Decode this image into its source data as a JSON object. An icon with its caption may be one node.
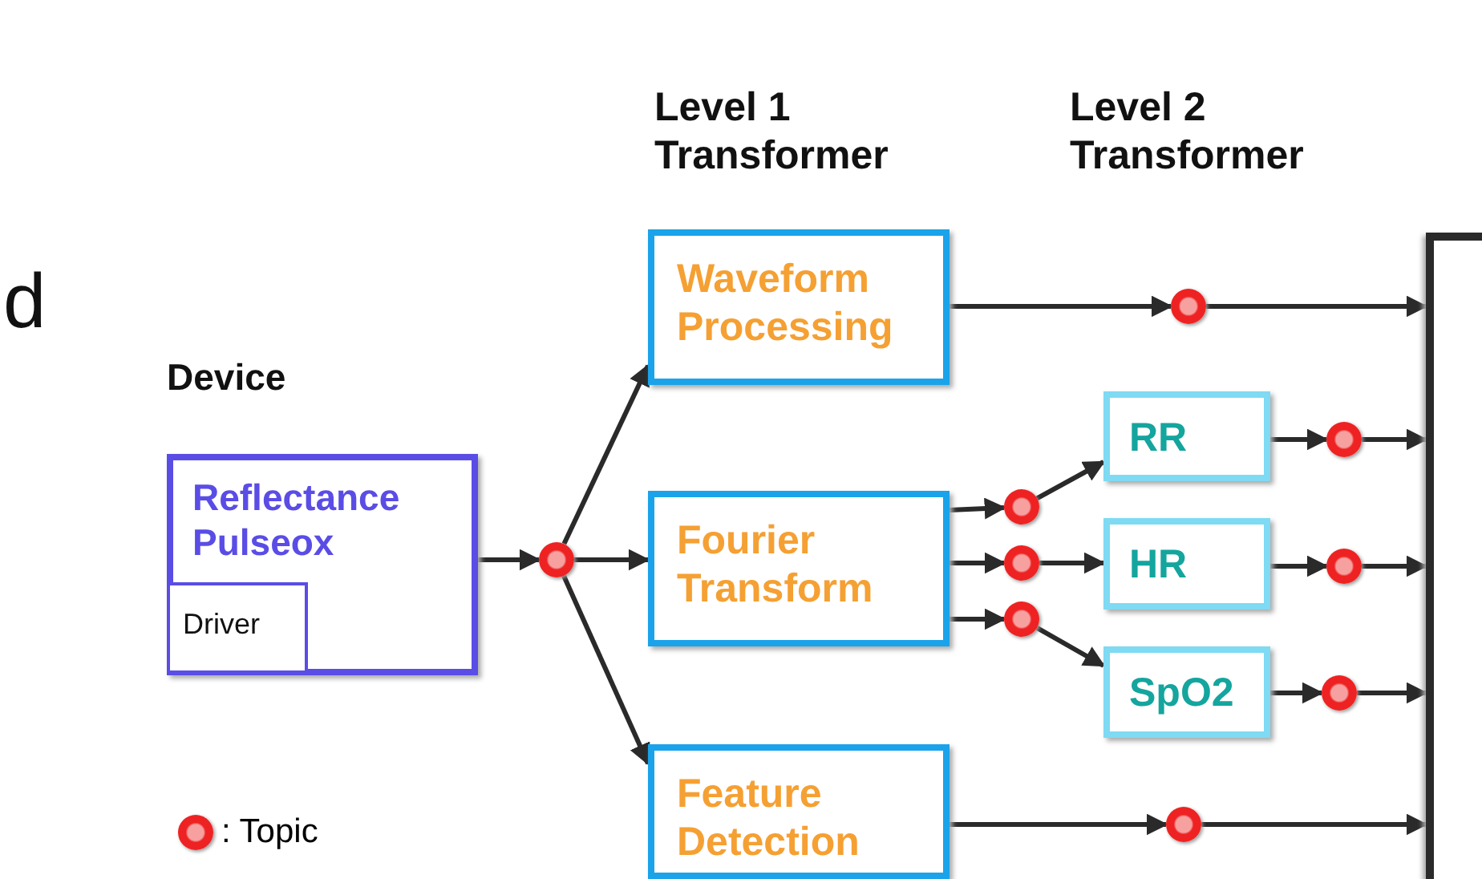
{
  "diagram": {
    "nodes": [
      {
        "text": [
          "Reflectance Pulseox"
        ]
      },
      {
        "text": [
          "Driver"
        ],
        "in": 0
      },
      {
        "text": [],
        "shape": "circle"
      },
      {
        "text": [
          "Waveform Processing"
        ]
      },
      {
        "text": [
          "Fourier Transform"
        ]
      },
      {
        "text": [
          "Feature Detection"
        ]
      },
      {
        "text": [],
        "shape": "circle"
      },
      {
        "text": [],
        "shape": "circle"
      },
      {
        "text": [],
        "shape": "circle"
      },
      {
        "text": [],
        "shape": "circle"
      },
      {
        "text": [
          "RR"
        ]
      },
      {
        "text": [
          "HR"
        ]
      },
      {
        "text": [
          "SpO2"
        ]
      },
      {
        "text": [],
        "shape": "circle"
      },
      {
        "text": [],
        "shape": "circle"
      },
      {
        "text": [],
        "shape": "circle"
      },
      {
        "text": [],
        "shape": "circle"
      },
      {
        "text": [],
        "shape": "box"
      }
    ],
    "edges": [
      {
        "from": 0,
        "to": 2,
        "arrow": "to"
      },
      {
        "from": 2,
        "to": 3,
        "arrow": "to"
      },
      {
        "from": 2,
        "to": 4,
        "arrow": "to"
      },
      {
        "from": 2,
        "to": 5,
        "arrow": "to"
      },
      {
        "from": 3,
        "to": 6,
        "arrow": "to"
      },
      {
        "from": 6,
        "to": 17,
        "arrow": "to"
      },
      {
        "from": 4,
        "to": 7,
        "arrow": "to"
      },
      {
        "from": 4,
        "to": 8,
        "arrow": "to"
      },
      {
        "from": 4,
        "to": 9,
        "arrow": "to"
      },
      {
        "from": 7,
        "to": 10,
        "arrow": "to"
      },
      {
        "from": 8,
        "to": 11,
        "arrow": "to"
      },
      {
        "from": 9,
        "to": 12,
        "arrow": "to"
      },
      {
        "from": 10,
        "to": 13,
        "arrow": "to"
      },
      {
        "from": 13,
        "to": 17,
        "arrow": "to"
      },
      {
        "from": 11,
        "to": 14,
        "arrow": "to"
      },
      {
        "from": 14,
        "to": 17,
        "arrow": "to"
      },
      {
        "from": 12,
        "to": 15,
        "arrow": "to"
      },
      {
        "from": 15,
        "to": 17,
        "arrow": "to"
      },
      {
        "from": 5,
        "to": 16,
        "arrow": "to"
      },
      {
        "from": 16,
        "to": 17,
        "arrow": "to"
      }
    ],
    "labels": [
      "d",
      "Level 1 Transformer",
      "Level 2 Transformer",
      "Device"
    ],
    "legend": [
      {
        "text": ": Topic"
      }
    ]
  }
}
